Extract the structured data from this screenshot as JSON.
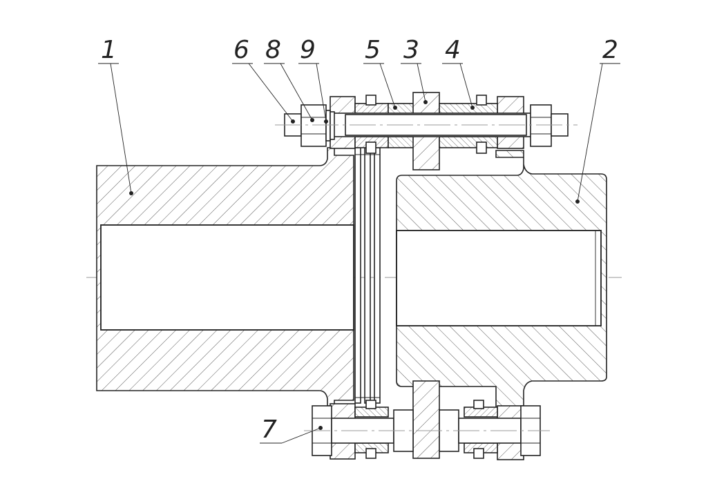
{
  "callouts": [
    {
      "id": "hub-left",
      "label": "1"
    },
    {
      "id": "hub-right",
      "label": "2"
    },
    {
      "id": "ring",
      "label": "3"
    },
    {
      "id": "sleeve",
      "label": "4"
    },
    {
      "id": "spacer",
      "label": "5"
    },
    {
      "id": "nut",
      "label": "6"
    },
    {
      "id": "bolt",
      "label": "7"
    },
    {
      "id": "washer-a",
      "label": "8"
    },
    {
      "id": "washer-b",
      "label": "9"
    }
  ]
}
